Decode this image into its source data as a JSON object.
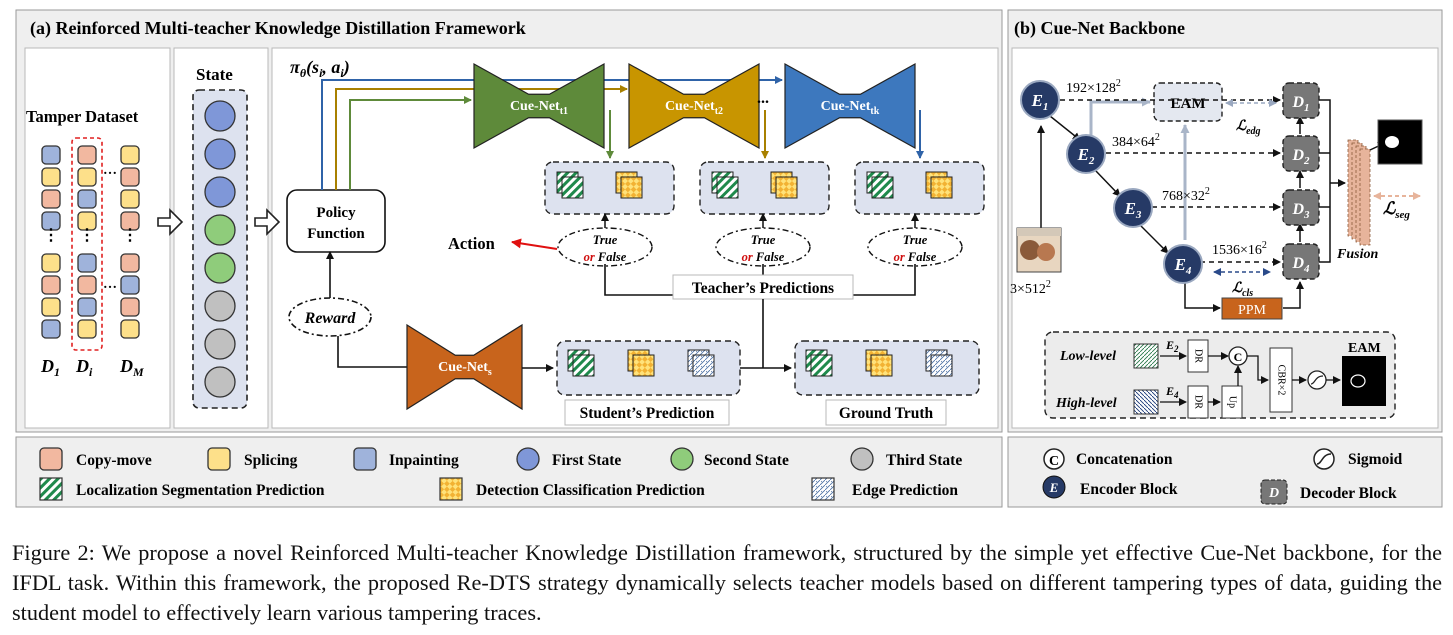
{
  "framework": {
    "title": "(a) Reinforced Multi-teacher Knowledge Distillation Framework",
    "dataset_title": "Tamper Dataset",
    "dataset_labels": {
      "d1_main": "D",
      "d1_sub": "1",
      "di_main": "D",
      "di_sub": "i",
      "dm_main": "D",
      "dm_sub": "M"
    },
    "state_title": "State",
    "policy_line1": "Policy",
    "policy_line2": "Function",
    "policy_formula": "π",
    "policy_formula_sub": "θ",
    "policy_formula_args": "(s",
    "policy_formula_args_sub": "i",
    "policy_formula_args2": ", a",
    "policy_formula_args2_sub": "i",
    "policy_formula_close": ")",
    "action_label": "Action",
    "reward_label": "Reward",
    "teachers": [
      {
        "name": "Cue-Net",
        "sub": "t1"
      },
      {
        "name": "Cue-Net",
        "sub": "t2"
      },
      {
        "name": "Cue-Net",
        "sub": "tk"
      }
    ],
    "teacher_ellipsis": "...",
    "true_label": "True",
    "or_label": "or",
    "false_label": "False",
    "teacher_predictions_label": "Teacher’s Predictions",
    "student": {
      "name": "Cue-Net",
      "sub": "s"
    },
    "student_prediction_label": "Student’s Prediction",
    "ground_truth_label": "Ground Truth"
  },
  "backbone": {
    "title": "(b) Cue-Net Backbone",
    "encoders": [
      {
        "main": "E",
        "sub": "1"
      },
      {
        "main": "E",
        "sub": "2"
      },
      {
        "main": "E",
        "sub": "3"
      },
      {
        "main": "E",
        "sub": "4"
      }
    ],
    "decoders": [
      {
        "main": "D",
        "sub": "1"
      },
      {
        "main": "D",
        "sub": "2"
      },
      {
        "main": "D",
        "sub": "3"
      },
      {
        "main": "D",
        "sub": "4"
      }
    ],
    "dims": [
      {
        "base": "192×128",
        "exp": "2"
      },
      {
        "base": "384×64",
        "exp": "2"
      },
      {
        "base": "768×32",
        "exp": "2"
      },
      {
        "base": "1536×16",
        "exp": "2"
      }
    ],
    "input_dim": {
      "base": "3×512",
      "exp": "2"
    },
    "eam_label": "EAM",
    "ppm_label": "PPM",
    "loss_edg": {
      "main": "ℒ",
      "sub": "edg"
    },
    "loss_cls": {
      "main": "ℒ",
      "sub": "cls"
    },
    "loss_seg": {
      "main": "ℒ",
      "sub": "seg"
    },
    "fusion_label": "Fusion",
    "eam_detail": {
      "title": "EAM",
      "low_level": "Low-level",
      "high_level": "High-level",
      "e2": {
        "main": "E",
        "sub": "2"
      },
      "e4": {
        "main": "E",
        "sub": "4"
      },
      "dr": "DR",
      "up": "Up",
      "cbr": "CBR×2",
      "concat_symbol": "C"
    }
  },
  "legend": {
    "items": [
      "Copy-move",
      "Splicing",
      "Inpainting",
      "First State",
      "Second State",
      "Third State",
      "Localization Segmentation  Prediction",
      "Detection Classification Prediction",
      "Edge Prediction"
    ],
    "right_items": [
      "Concatenation",
      "Sigmoid",
      "Encoder Block",
      "Decoder Block"
    ],
    "concat_symbol": "C",
    "encoder_symbol": "E",
    "decoder_symbol": "D"
  },
  "caption": "Figure 2: We propose a novel Reinforced Multi-teacher Knowledge Distillation framework, structured by the simple yet effective Cue-Net backbone, for the IFDL task. Within this framework, the proposed Re-DTS strategy dynamically selects teacher models based on different tampering types of data, guiding the student model to effectively learn various tampering traces.",
  "colors": {
    "copy_move": "#f2b8a0",
    "splicing": "#fde08a",
    "inpainting": "#9fb3db",
    "first_state": "#7f97d8",
    "second_state": "#8fcc7b",
    "third_state": "#c0c0c0",
    "teacher1": "#5e8a3a",
    "teacher2": "#c89500",
    "teacher3": "#3d78be",
    "student": "#c8641c",
    "encoder": "#263a66",
    "ppm": "#c8641c",
    "panel_bg": "#f0f0f0",
    "group_bg": "#dde2ef"
  }
}
